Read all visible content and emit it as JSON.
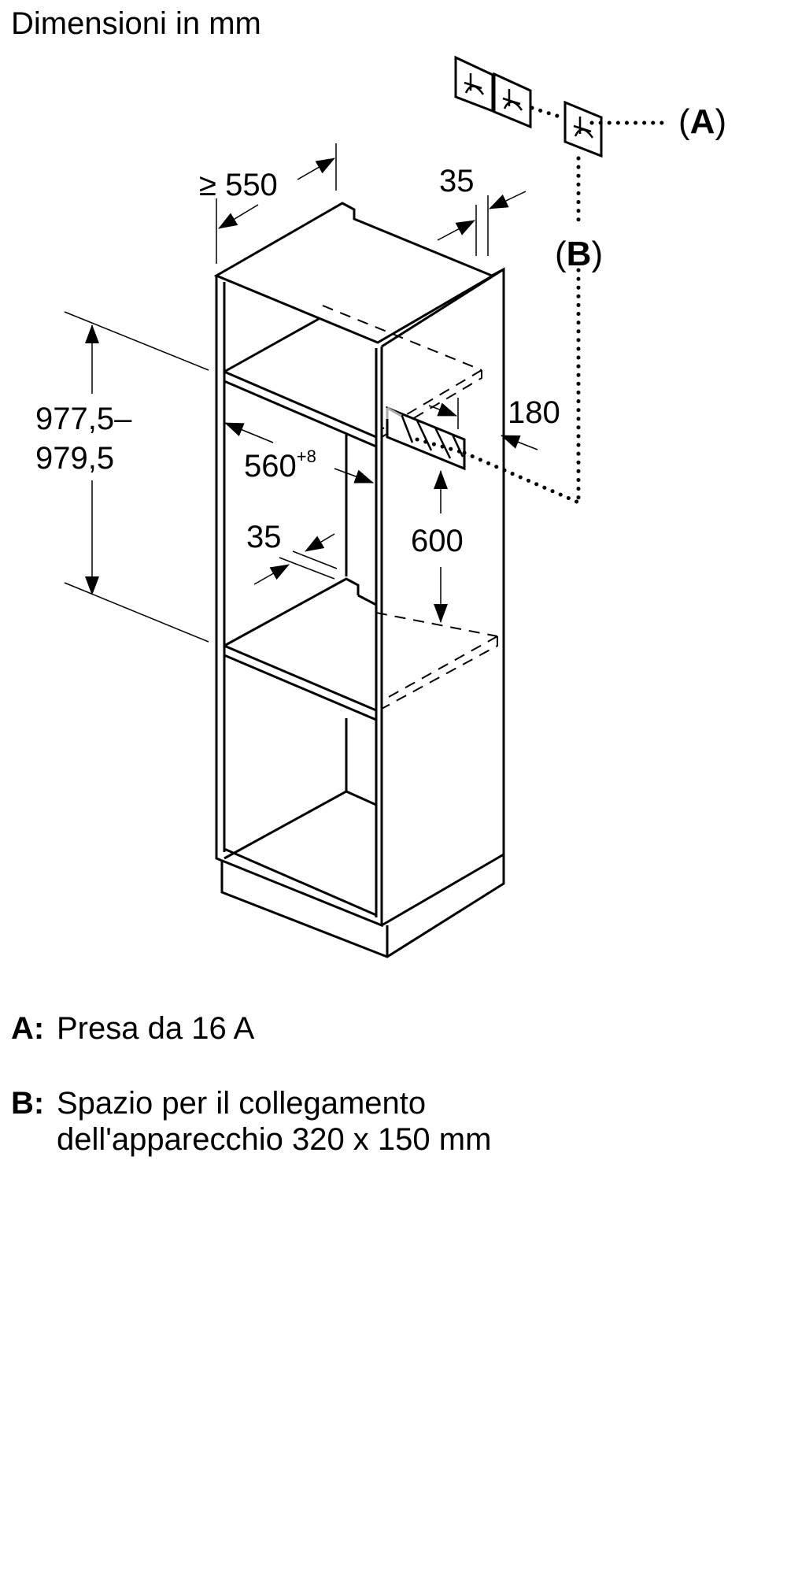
{
  "title": "Dimensioni in mm",
  "dimensions": {
    "depth_min": "≥ 550",
    "back_gap_top": "35",
    "height_line1": "977,5–",
    "height_line2": "979,5",
    "inner_width": "560",
    "inner_width_tolerance": "+8",
    "back_gap_shelf": "35",
    "outlet_offset": "180",
    "outlet_height": "600"
  },
  "callouts": {
    "a": {
      "label_open": "(",
      "label": "A",
      "label_close": ")"
    },
    "b": {
      "label_open": "(",
      "label": "B",
      "label_close": ")"
    }
  },
  "icons": [
    "power-socket-icon",
    "power-socket-icon",
    "power-socket-icon",
    "connection-area-hatch-icon"
  ],
  "legend": [
    {
      "key": "A:",
      "text": "Presa da 16 A"
    },
    {
      "key": "B:",
      "text_line1": "Spazio per il collegamento",
      "text_line2": "dell'apparecchio 320 x 150 mm"
    }
  ]
}
